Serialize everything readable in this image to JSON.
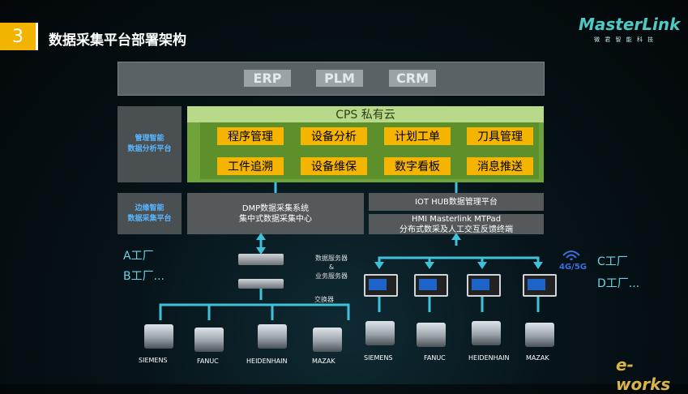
{
  "header": {
    "section_number": "3",
    "title": "数据采集平台部署架构"
  },
  "logo": {
    "name": "MasterLink",
    "tagline": "微 君 智 能 科 技"
  },
  "top_systems": [
    "ERP",
    "PLM",
    "CRM"
  ],
  "left_labels": {
    "analysis": [
      "管理智能",
      "数据分析平台"
    ],
    "collection": [
      "边缘智能",
      "数据采集平台"
    ]
  },
  "cps": {
    "title": "CPS 私有云",
    "modules": [
      "程序管理",
      "设备分析",
      "计划工单",
      "刀具管理",
      "工件追溯",
      "设备维保",
      "数字看板",
      "消息推送"
    ]
  },
  "dmp": {
    "line1": "DMP数据采集系统",
    "line2": "集中式数据采集中心"
  },
  "iot_hub": "IOT HUB数据管理平台",
  "hmi": {
    "line1": "HMI Masterlink MTPad",
    "line2": "分布式数采及人工交互反馈终端"
  },
  "servers": {
    "line1": "数据服务器",
    "line2": "&",
    "line3": "业务服务器"
  },
  "switch_label": "交换器",
  "factories_left": [
    "A工厂",
    "B工厂..."
  ],
  "factories_right": [
    "C工厂",
    "D工厂..."
  ],
  "wireless": "4G/5G",
  "machines_left": [
    "SIEMENS",
    "FANUC",
    "HEIDENHAIN",
    "MAZAK"
  ],
  "machines_right": [
    "SIEMENS",
    "FANUC",
    "HEIDENHAIN",
    "MAZAK"
  ],
  "watermark": "e-works",
  "colors": {
    "accent": "#f2b400",
    "cps_green": "#6ea33a",
    "connector": "#3fc1d9",
    "label_blue": "#58b6ff"
  }
}
